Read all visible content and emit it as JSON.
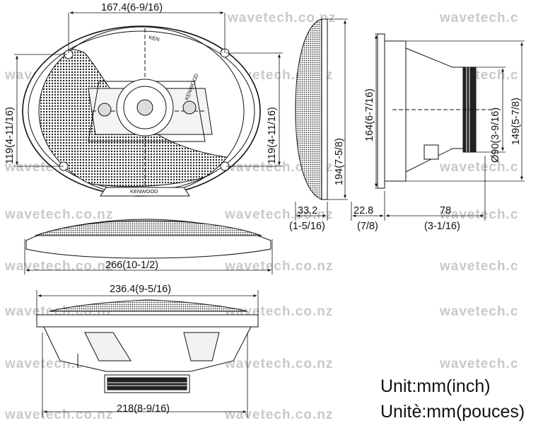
{
  "watermark": "wavetech.co.nz",
  "watermark_clipped": "wavetech.c",
  "brand": "KENWOOD",
  "brand_partial": "KEN",
  "dimensions": {
    "front_width_top": "167.4(6-9/16)",
    "front_height_left": "119(4-11/16)",
    "front_height_right": "119(4-11/16)",
    "side_height_total": "194(7-5/8)",
    "side_depth_grille": "33.2",
    "side_depth_grille_inch": "(1-5/16)",
    "profile_height": "164(6-7/16)",
    "magnet_diameter": "Ø90(3-9/16)",
    "basket_height": "149(5-7/8)",
    "mount_depth": "22.8",
    "mount_depth_inch": "(7/8)",
    "basket_depth": "78",
    "basket_depth_inch": "(3-1/16)",
    "overall_width": "266(10-1/2)",
    "cutout_width": "236.4(9-5/16)",
    "magnet_width": "218(8-9/16)"
  },
  "units": {
    "english": "Unit:mm(inch)",
    "french": "Unitè:mm(pouces)"
  }
}
